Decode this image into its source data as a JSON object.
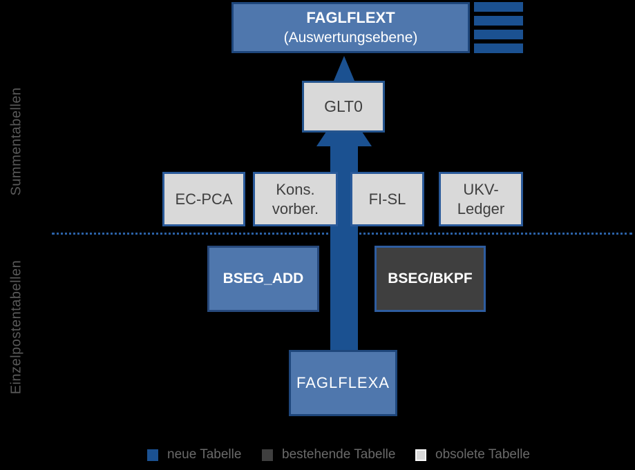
{
  "sections": {
    "top_label": "Summentabellen",
    "bottom_label": "Einzelpostentabellen"
  },
  "boxes": {
    "faglflext": {
      "line1": "FAGLFLEXT",
      "line2": "(Auswertungsebene)"
    },
    "glt0": {
      "label": "GLT0"
    },
    "summary_row": [
      {
        "label": "EC-PCA"
      },
      {
        "label": "Kons.\nvorber."
      },
      {
        "label": "FI-SL"
      },
      {
        "label": "UKV-\nLedger"
      }
    ],
    "bseg_add": {
      "label": "BSEG_ADD"
    },
    "bseg_bkpf": {
      "label": "BSEG/BKPF"
    },
    "faglflexa": {
      "label": "FAGLFLEXA"
    }
  },
  "legend": {
    "items": [
      {
        "label": "neue Tabelle",
        "color": "#1b5191"
      },
      {
        "label": "bestehende Tabelle",
        "color": "#3f3f3f"
      },
      {
        "label": "obsolete Tabelle",
        "color": "#d9d9d9"
      }
    ]
  },
  "icons": {
    "up_arrow": "big-up-arrow",
    "stacked_bars": "four-horizontal-bars"
  },
  "colors": {
    "background": "#000000",
    "new_table_fill": "#4f77ad",
    "existing_table_fill": "#3f3f3f",
    "obsolete_table_fill": "#d9d9d9",
    "arrow_blue": "#1b5191",
    "dark_blue_border": "#1e467b",
    "gray_box_border": "#2a5a9a",
    "dotted_line_blue": "#2b62a8",
    "section_label_gray": "#595959",
    "legend_text_gray": "#6a6a6a"
  }
}
